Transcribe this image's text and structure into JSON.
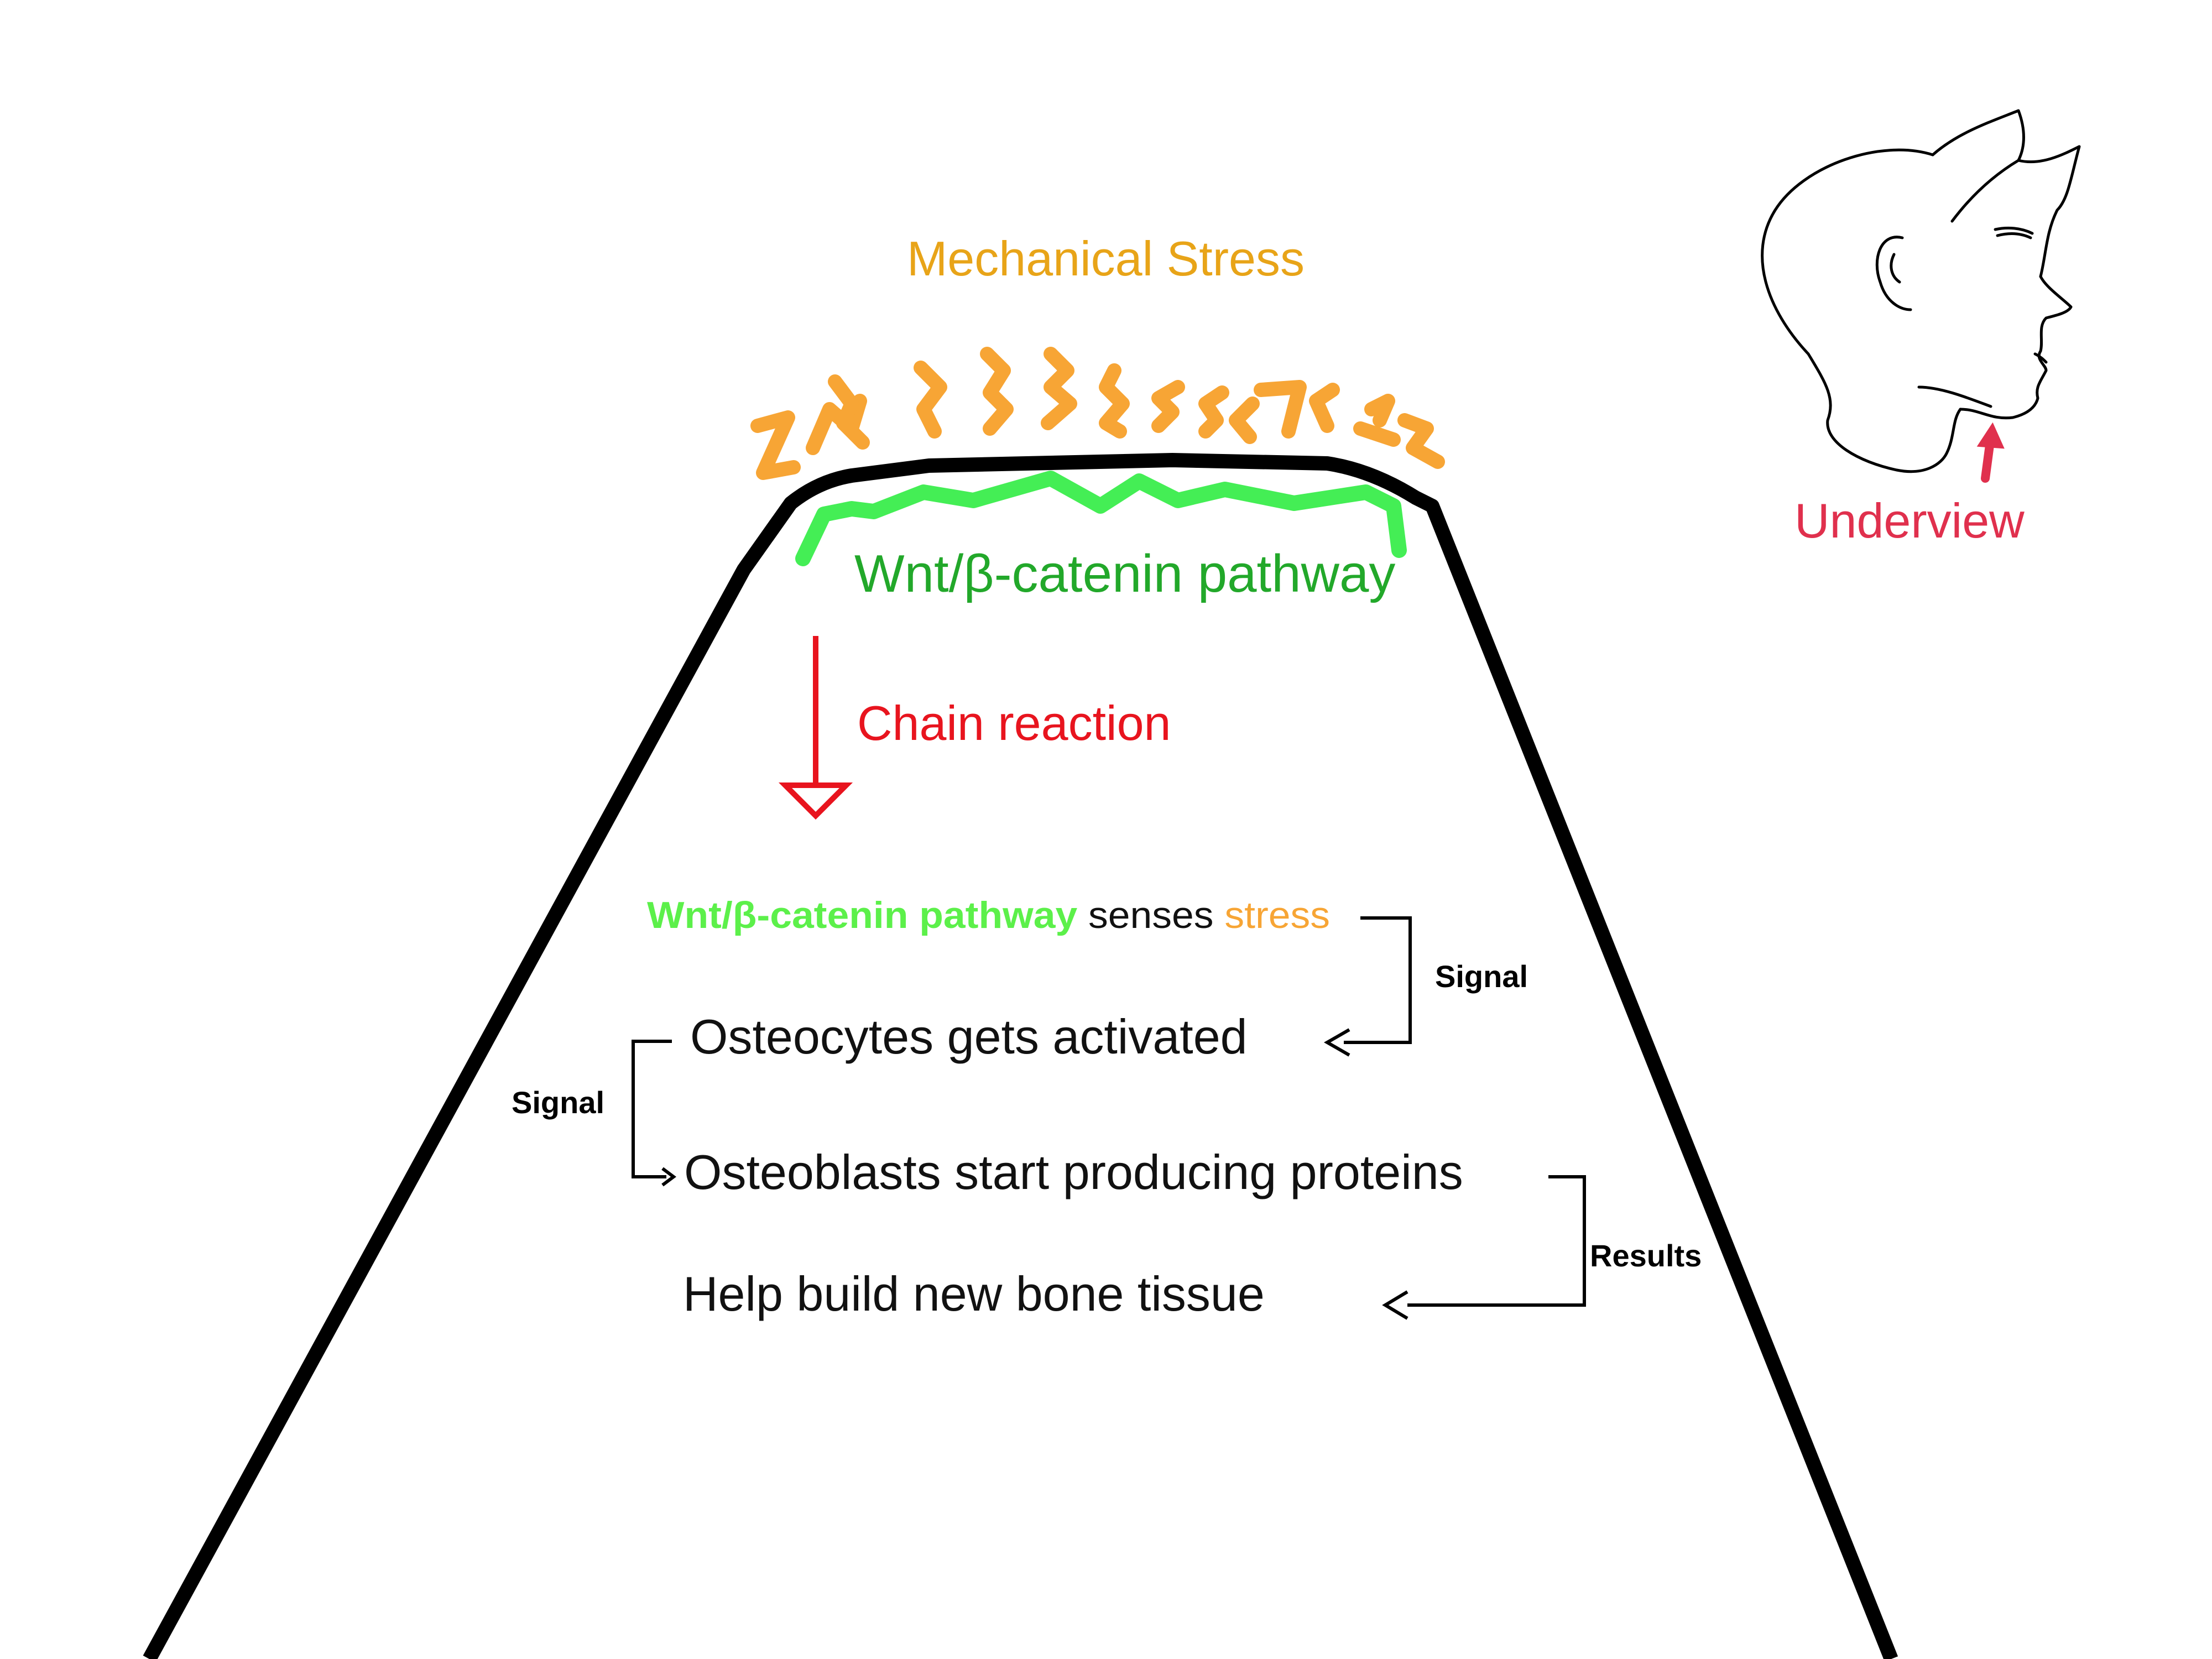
{
  "title": "Mechanical Stress",
  "pathway_label": "Wnt/β-catenin pathway",
  "chain_label": "Chain reaction",
  "underview_label": "Underview",
  "steps": {
    "sense": {
      "pathway": "Wnt/β-catenin pathway",
      "verb": " senses ",
      "stress": "stress"
    },
    "osteocytes": "Osteocytes gets activated",
    "osteoblasts": "Osteoblasts start producing proteins",
    "bone": "Help build new bone tissue"
  },
  "connectors": {
    "signal_1": "Signal",
    "signal_2": "Signal",
    "results": "Results"
  },
  "colors": {
    "stress": "#f7a535",
    "title": "#e8a418",
    "pathway_line": "#44ee55",
    "pathway_text": "#22a82a",
    "pathway_bold": "#5cf04a",
    "chain": "#e8141e",
    "underview": "#e0304d",
    "outline": "#000000"
  },
  "icons": {
    "face": "head-profile-icon",
    "arrow": "arrow-up-icon"
  }
}
